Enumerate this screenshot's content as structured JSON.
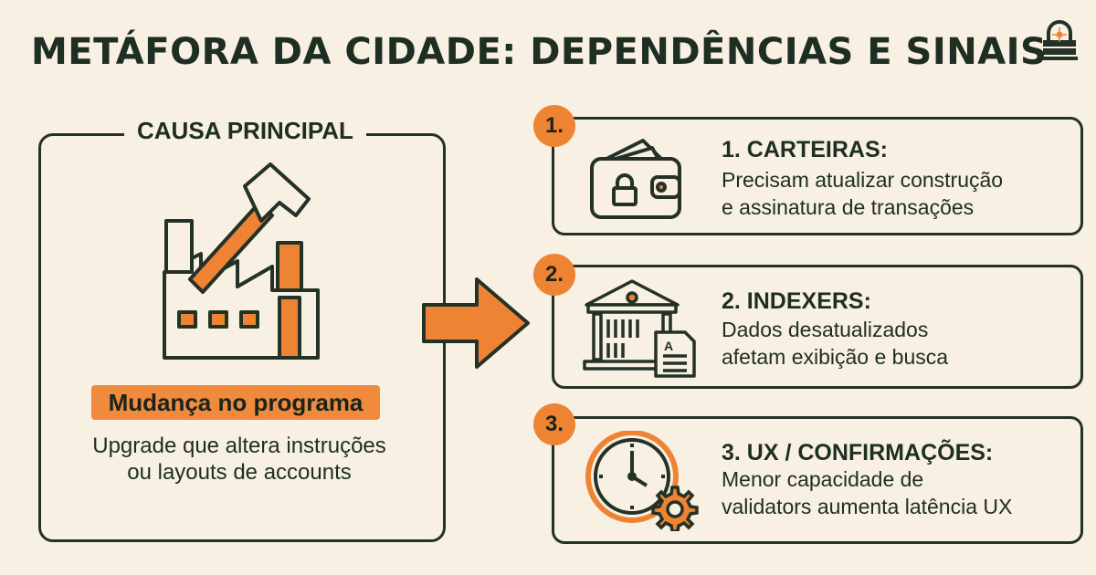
{
  "title": "METÁFORA DA CIDADE: DEPENDÊNCIAS E SINAIS",
  "cause": {
    "label": "CAUSA PRINCIPAL",
    "highlight": "Mudança no programa",
    "description": "Upgrade que altera instruções ou layouts de accounts"
  },
  "items": [
    {
      "number": "1.",
      "title": "1. CARTEIRAS:",
      "desc_line1": "Precisam atualizar construção",
      "desc_line2": "e assinatura de transações",
      "icon": "wallet-icon"
    },
    {
      "number": "2.",
      "title": "2. INDEXERS:",
      "desc_line1": "Dados desatualizados",
      "desc_line2": "afetam exibição e busca",
      "icon": "archive-building-icon"
    },
    {
      "number": "3.",
      "title": "3. UX / CONFIRMAÇÕES:",
      "desc_line1": "Menor capacidade de",
      "desc_line2": "validators aumenta latência UX",
      "icon": "clock-gear-icon"
    }
  ],
  "colors": {
    "background": "#f7f0e3",
    "accent": "#ee8433",
    "ink": "#243127"
  }
}
